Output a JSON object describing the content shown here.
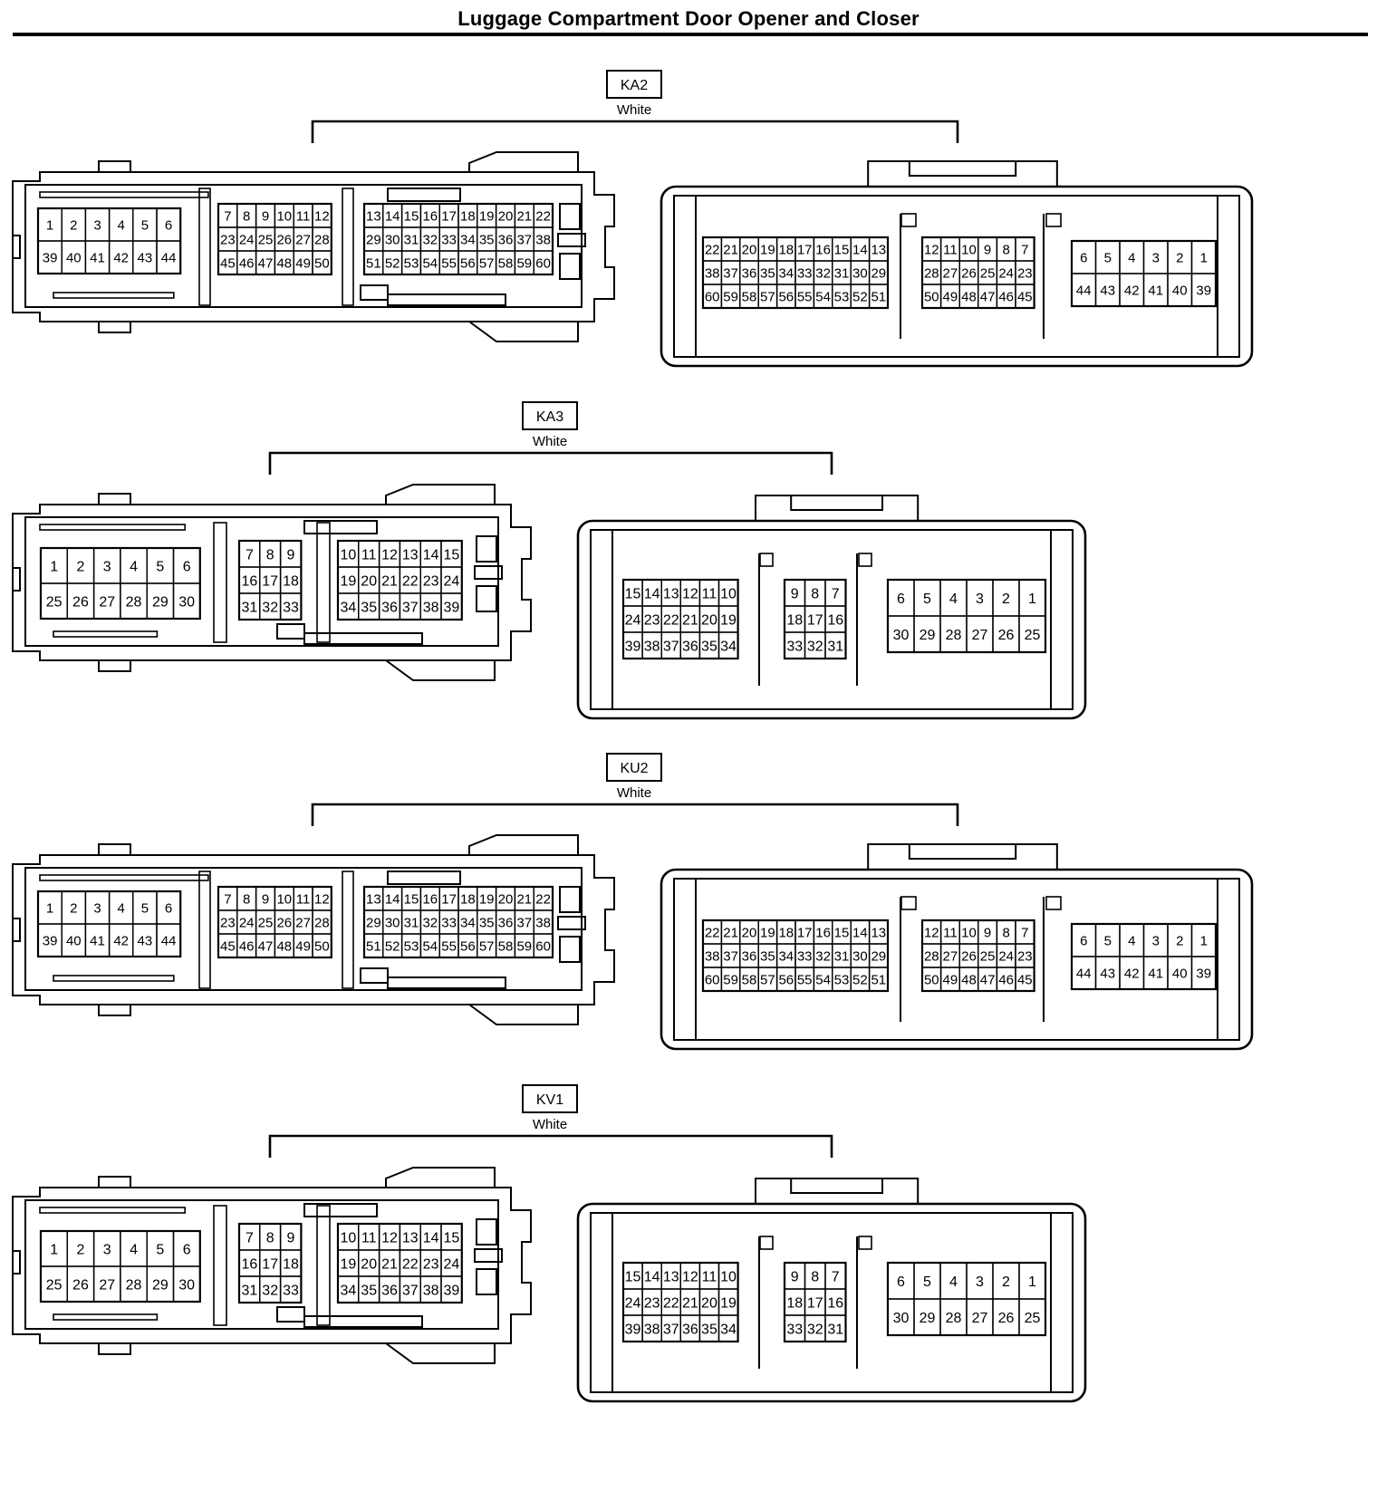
{
  "title": "Luggage Compartment Door Opener and Closer",
  "connectors": [
    {
      "id": "KA2",
      "color": "White",
      "variant": "60",
      "female_groups": [
        {
          "cols": 6,
          "rows": [
            [
              "1",
              "2",
              "3",
              "4",
              "5",
              "6"
            ],
            [
              "39",
              "40",
              "41",
              "42",
              "43",
              "44"
            ]
          ]
        },
        {
          "cols": 6,
          "rows": [
            [
              "7",
              "8",
              "9",
              "10",
              "11",
              "12"
            ],
            [
              "23",
              "24",
              "25",
              "26",
              "27",
              "28"
            ],
            [
              "45",
              "46",
              "47",
              "48",
              "49",
              "50"
            ]
          ]
        },
        {
          "cols": 10,
          "rows": [
            [
              "13",
              "14",
              "15",
              "16",
              "17",
              "18",
              "19",
              "20",
              "21",
              "22"
            ],
            [
              "29",
              "30",
              "31",
              "32",
              "33",
              "34",
              "35",
              "36",
              "37",
              "38"
            ],
            [
              "51",
              "52",
              "53",
              "54",
              "55",
              "56",
              "57",
              "58",
              "59",
              "60"
            ]
          ]
        }
      ],
      "male_groups": [
        {
          "cols": 10,
          "rows": [
            [
              "22",
              "21",
              "20",
              "19",
              "18",
              "17",
              "16",
              "15",
              "14",
              "13"
            ],
            [
              "38",
              "37",
              "36",
              "35",
              "34",
              "33",
              "32",
              "31",
              "30",
              "29"
            ],
            [
              "60",
              "59",
              "58",
              "57",
              "56",
              "55",
              "54",
              "53",
              "52",
              "51"
            ]
          ]
        },
        {
          "cols": 6,
          "rows": [
            [
              "12",
              "11",
              "10",
              "9",
              "8",
              "7"
            ],
            [
              "28",
              "27",
              "26",
              "25",
              "24",
              "23"
            ],
            [
              "50",
              "49",
              "48",
              "47",
              "46",
              "45"
            ]
          ]
        },
        {
          "cols": 6,
          "rows": [
            [
              "6",
              "5",
              "4",
              "3",
              "2",
              "1"
            ],
            [
              "44",
              "43",
              "42",
              "41",
              "40",
              "39"
            ]
          ]
        }
      ]
    },
    {
      "id": "KA3",
      "color": "White",
      "variant": "39",
      "female_groups": [
        {
          "cols": 6,
          "rows": [
            [
              "1",
              "2",
              "3",
              "4",
              "5",
              "6"
            ],
            [
              "25",
              "26",
              "27",
              "28",
              "29",
              "30"
            ]
          ]
        },
        {
          "cols": 3,
          "rows": [
            [
              "7",
              "8",
              "9"
            ],
            [
              "16",
              "17",
              "18"
            ],
            [
              "31",
              "32",
              "33"
            ]
          ]
        },
        {
          "cols": 6,
          "rows": [
            [
              "10",
              "11",
              "12",
              "13",
              "14",
              "15"
            ],
            [
              "19",
              "20",
              "21",
              "22",
              "23",
              "24"
            ],
            [
              "34",
              "35",
              "36",
              "37",
              "38",
              "39"
            ]
          ]
        }
      ],
      "male_groups": [
        {
          "cols": 6,
          "rows": [
            [
              "15",
              "14",
              "13",
              "12",
              "11",
              "10"
            ],
            [
              "24",
              "23",
              "22",
              "21",
              "20",
              "19"
            ],
            [
              "39",
              "38",
              "37",
              "36",
              "35",
              "34"
            ]
          ]
        },
        {
          "cols": 3,
          "rows": [
            [
              "9",
              "8",
              "7"
            ],
            [
              "18",
              "17",
              "16"
            ],
            [
              "33",
              "32",
              "31"
            ]
          ]
        },
        {
          "cols": 6,
          "rows": [
            [
              "6",
              "5",
              "4",
              "3",
              "2",
              "1"
            ],
            [
              "30",
              "29",
              "28",
              "27",
              "26",
              "25"
            ]
          ]
        }
      ]
    },
    {
      "id": "KU2",
      "color": "White",
      "variant": "60",
      "female_groups": [
        {
          "cols": 6,
          "rows": [
            [
              "1",
              "2",
              "3",
              "4",
              "5",
              "6"
            ],
            [
              "39",
              "40",
              "41",
              "42",
              "43",
              "44"
            ]
          ]
        },
        {
          "cols": 6,
          "rows": [
            [
              "7",
              "8",
              "9",
              "10",
              "11",
              "12"
            ],
            [
              "23",
              "24",
              "25",
              "26",
              "27",
              "28"
            ],
            [
              "45",
              "46",
              "47",
              "48",
              "49",
              "50"
            ]
          ]
        },
        {
          "cols": 10,
          "rows": [
            [
              "13",
              "14",
              "15",
              "16",
              "17",
              "18",
              "19",
              "20",
              "21",
              "22"
            ],
            [
              "29",
              "30",
              "31",
              "32",
              "33",
              "34",
              "35",
              "36",
              "37",
              "38"
            ],
            [
              "51",
              "52",
              "53",
              "54",
              "55",
              "56",
              "57",
              "58",
              "59",
              "60"
            ]
          ]
        }
      ],
      "male_groups": [
        {
          "cols": 10,
          "rows": [
            [
              "22",
              "21",
              "20",
              "19",
              "18",
              "17",
              "16",
              "15",
              "14",
              "13"
            ],
            [
              "38",
              "37",
              "36",
              "35",
              "34",
              "33",
              "32",
              "31",
              "30",
              "29"
            ],
            [
              "60",
              "59",
              "58",
              "57",
              "56",
              "55",
              "54",
              "53",
              "52",
              "51"
            ]
          ]
        },
        {
          "cols": 6,
          "rows": [
            [
              "12",
              "11",
              "10",
              "9",
              "8",
              "7"
            ],
            [
              "28",
              "27",
              "26",
              "25",
              "24",
              "23"
            ],
            [
              "50",
              "49",
              "48",
              "47",
              "46",
              "45"
            ]
          ]
        },
        {
          "cols": 6,
          "rows": [
            [
              "6",
              "5",
              "4",
              "3",
              "2",
              "1"
            ],
            [
              "44",
              "43",
              "42",
              "41",
              "40",
              "39"
            ]
          ]
        }
      ]
    },
    {
      "id": "KV1",
      "color": "White",
      "variant": "39",
      "female_groups": [
        {
          "cols": 6,
          "rows": [
            [
              "1",
              "2",
              "3",
              "4",
              "5",
              "6"
            ],
            [
              "25",
              "26",
              "27",
              "28",
              "29",
              "30"
            ]
          ]
        },
        {
          "cols": 3,
          "rows": [
            [
              "7",
              "8",
              "9"
            ],
            [
              "16",
              "17",
              "18"
            ],
            [
              "31",
              "32",
              "33"
            ]
          ]
        },
        {
          "cols": 6,
          "rows": [
            [
              "10",
              "11",
              "12",
              "13",
              "14",
              "15"
            ],
            [
              "19",
              "20",
              "21",
              "22",
              "23",
              "24"
            ],
            [
              "34",
              "35",
              "36",
              "37",
              "38",
              "39"
            ]
          ]
        }
      ],
      "male_groups": [
        {
          "cols": 6,
          "rows": [
            [
              "15",
              "14",
              "13",
              "12",
              "11",
              "10"
            ],
            [
              "24",
              "23",
              "22",
              "21",
              "20",
              "19"
            ],
            [
              "39",
              "38",
              "37",
              "36",
              "35",
              "34"
            ]
          ]
        },
        {
          "cols": 3,
          "rows": [
            [
              "9",
              "8",
              "7"
            ],
            [
              "18",
              "17",
              "16"
            ],
            [
              "33",
              "32",
              "31"
            ]
          ]
        },
        {
          "cols": 6,
          "rows": [
            [
              "6",
              "5",
              "4",
              "3",
              "2",
              "1"
            ],
            [
              "30",
              "29",
              "28",
              "27",
              "26",
              "25"
            ]
          ]
        }
      ]
    }
  ]
}
